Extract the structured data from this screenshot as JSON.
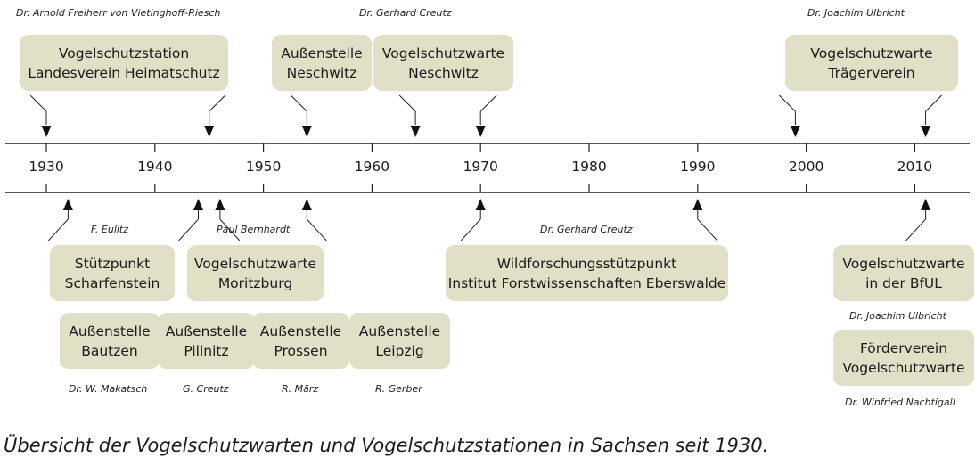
{
  "people": {
    "vietinghoff": "Dr. Arnold Freiherr von Vietinghoff-Riesch",
    "creutz_top": "Dr. Gerhard Creutz",
    "ulbricht_top": "Dr. Joachim Ulbricht",
    "eulitz": "F. Eulitz",
    "bernhardt": "Paul Bernhardt",
    "creutz_mid": "Dr. Gerhard Creutz",
    "ulbricht_mid": "Dr. Joachim Ulbricht",
    "makatsch": "Dr. W. Makatsch",
    "g_creutz": "G. Creutz",
    "maerz": "R. März",
    "gerber": "R. Gerber",
    "nachtigall": "Dr. Winfried Nachtigall"
  },
  "stations": {
    "landesverein": "Vogelschutzstation\nLandesverein Heimatschutz",
    "aussen_neschwitz": "Außenstelle\nNeschwitz",
    "warte_neschwitz": "Vogelschutzwarte\nNeschwitz",
    "traegerverein": "Vogelschutzwarte\nTrägerverein",
    "scharfenstein": "Stützpunkt\nScharfenstein",
    "moritzburg": "Vogelschutzwarte\nMoritzburg",
    "wildforschung": "Wildforschungsstützpunkt\nInstitut Forstwissenschaften Eberswalde",
    "bful": "Vogelschutzwarte\nin der BfUL",
    "bautzen": "Außenstelle\nBautzen",
    "pillnitz": "Außenstelle\nPillnitz",
    "prossen": "Außenstelle\nProssen",
    "leipzig": "Außenstelle\nLeipzig",
    "foerderverein": "Förderverein\nVogelschutzwarte"
  },
  "timeline": {
    "years": [
      "1930",
      "1940",
      "1950",
      "1960",
      "1970",
      "1980",
      "1990",
      "2000",
      "2010"
    ],
    "start_year": 1930,
    "end_year": 2010,
    "arrows_above": [
      1930,
      1945,
      1954,
      1964,
      1970,
      1999,
      2011
    ],
    "arrows_below": [
      1932,
      1944,
      1946,
      1954,
      1970,
      1990,
      2011
    ]
  },
  "caption": "Übersicht der Vogelschutzwarten und Vogelschutzstationen in Sachsen seit 1930."
}
